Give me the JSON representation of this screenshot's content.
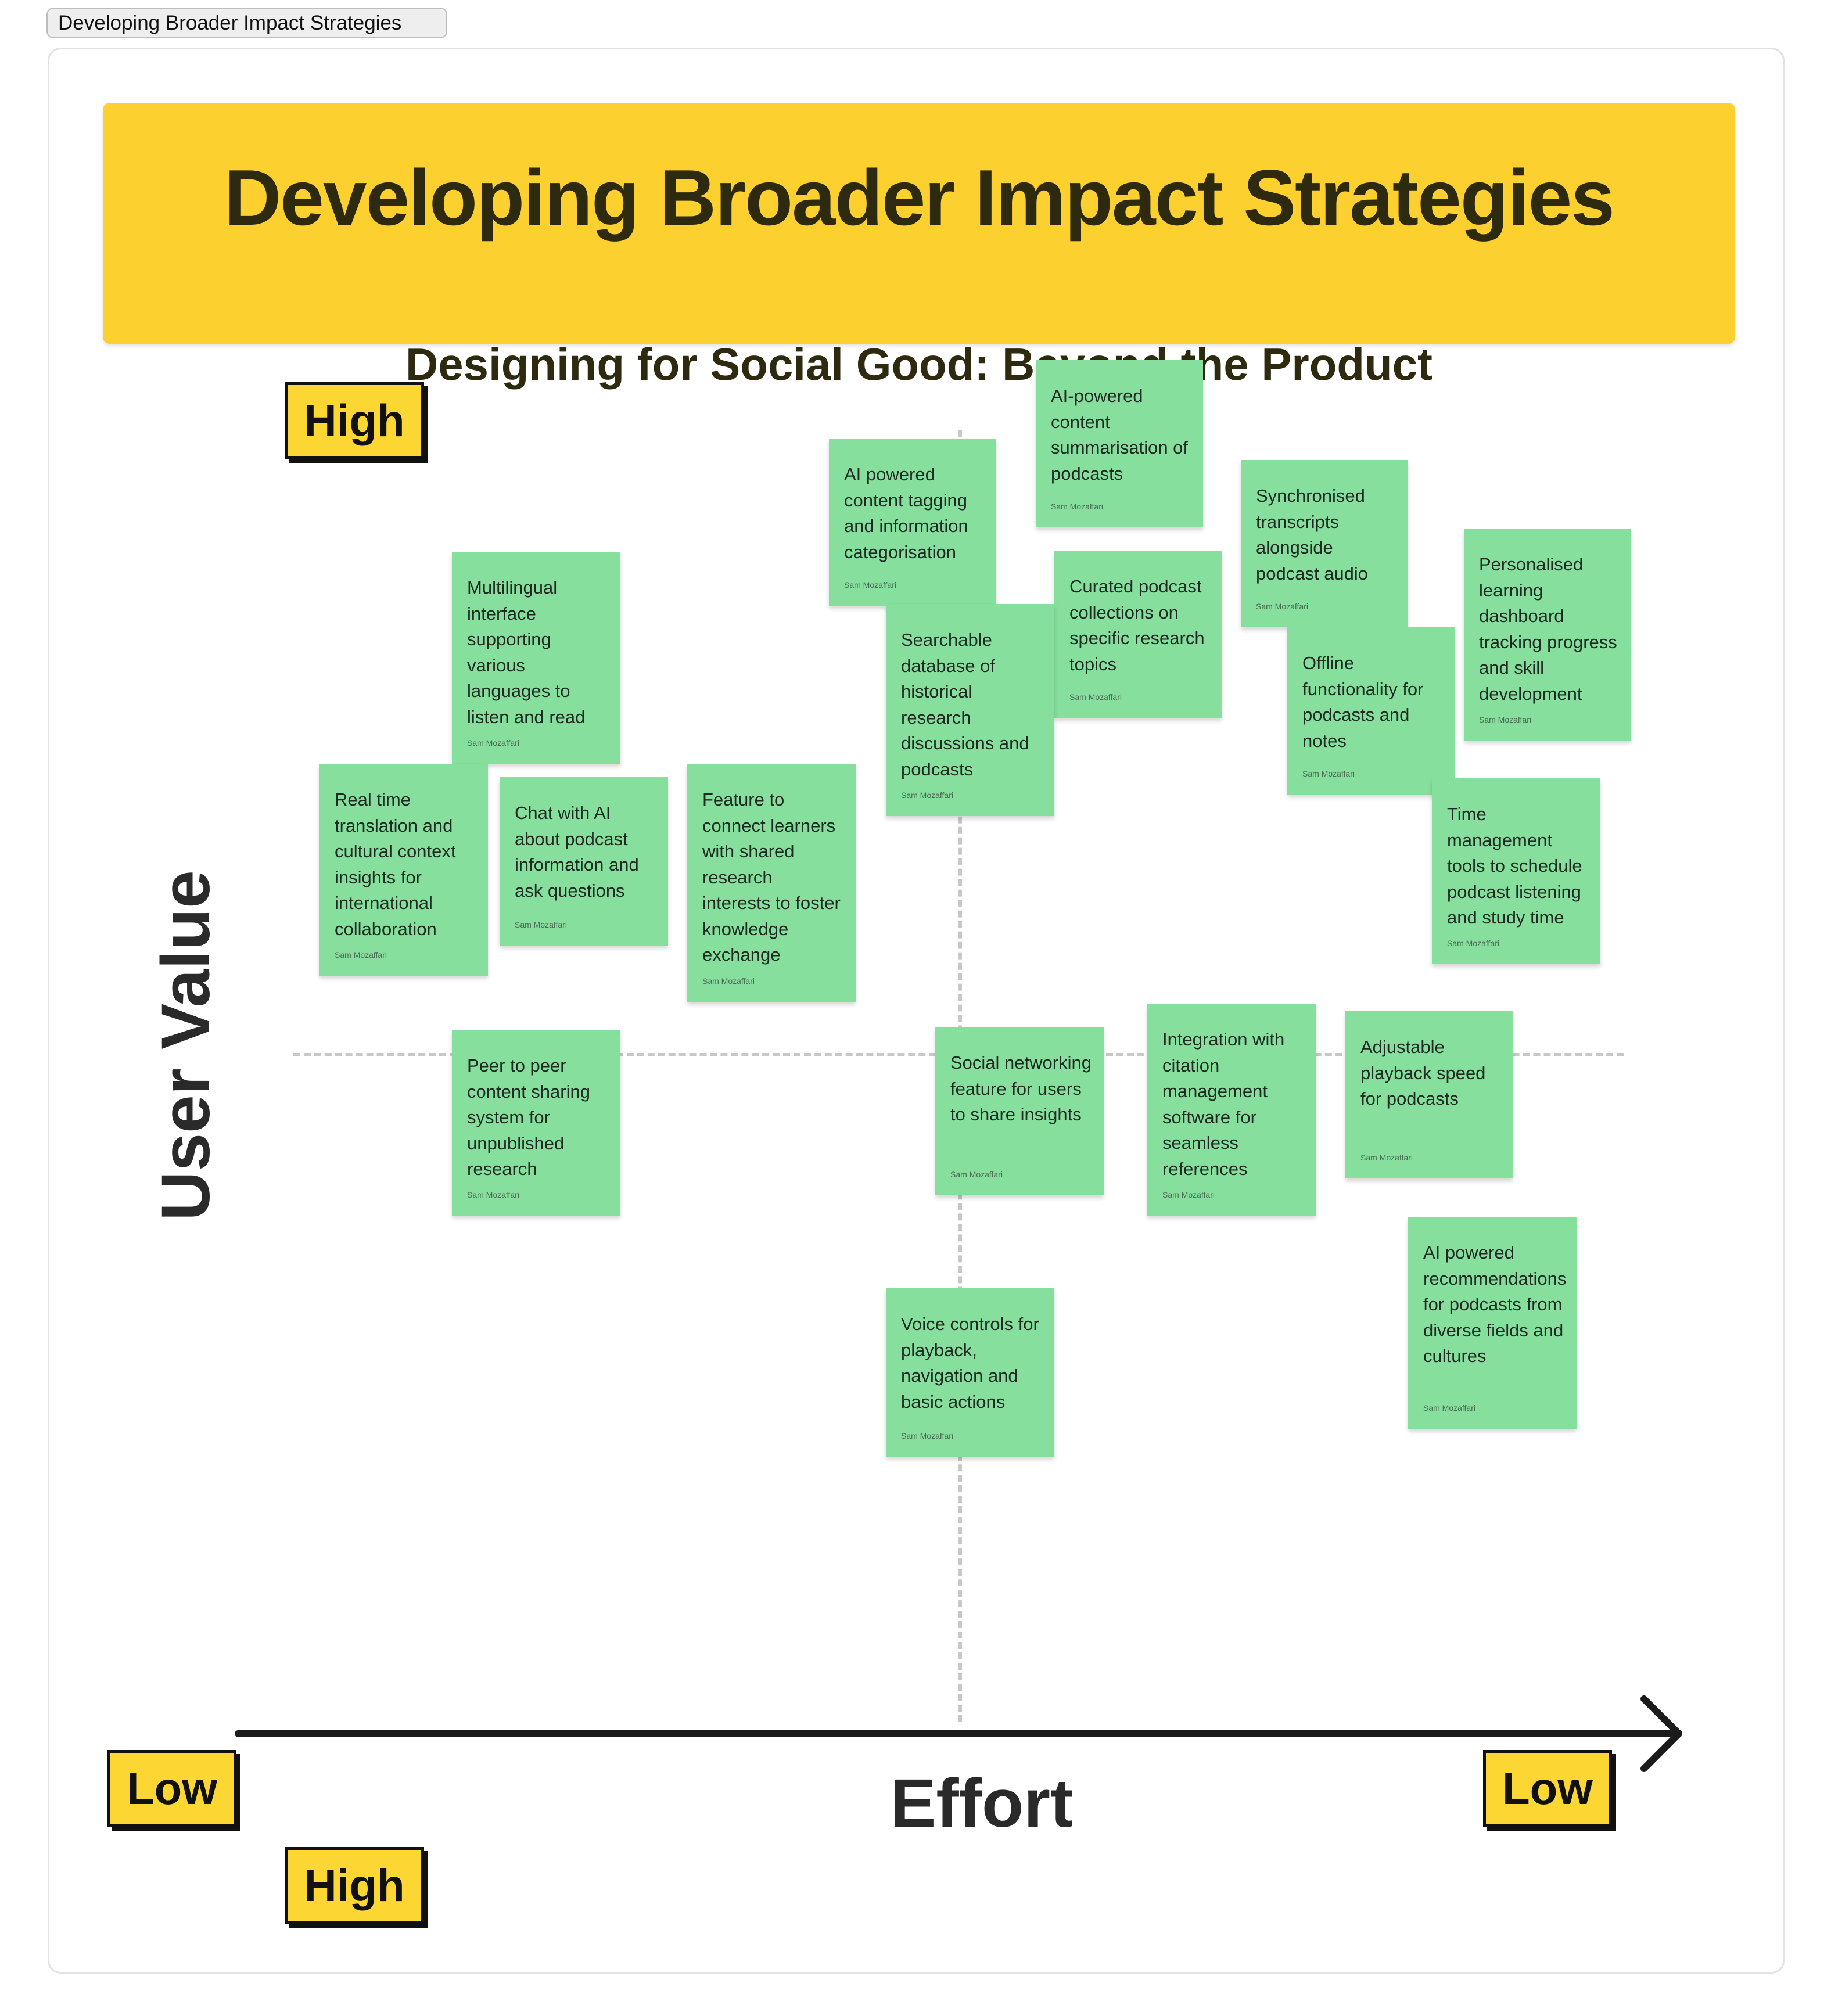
{
  "frame": {
    "tab_label": "Developing Broader Impact Strategies"
  },
  "banner": {
    "title": "Developing Broader Impact Strategies",
    "subtitle": "Designing for Social Good: Beyond the Product",
    "color": "#fcd02f"
  },
  "axes": {
    "y_label": "User Value",
    "x_label": "Effort",
    "y_high_tag": "High",
    "x_left_tag": "Low",
    "x_right_tag": "Low",
    "bottom_high_tag": "High"
  },
  "colors": {
    "sticky": "#86df9d",
    "tag": "#fcd633"
  },
  "notes": [
    {
      "text": "AI-powered content summarisation of podcasts",
      "author": "Sam Mozaffari"
    },
    {
      "text": "AI powered content tagging and information categorisation",
      "author": "Sam Mozaffari"
    },
    {
      "text": "Synchronised transcripts alongside podcast audio",
      "author": "Sam Mozaffari"
    },
    {
      "text": "Personalised learning dashboard tracking progress and skill development",
      "author": "Sam Mozaffari"
    },
    {
      "text": "Curated podcast collections on specific research topics",
      "author": "Sam Mozaffari"
    },
    {
      "text": "Multilingual interface supporting various languages to listen and read",
      "author": "Sam Mozaffari"
    },
    {
      "text": "Searchable database of historical research discussions and podcasts",
      "author": "Sam Mozaffari"
    },
    {
      "text": "Offline functionality for podcasts and notes",
      "author": "Sam Mozaffari"
    },
    {
      "text": "Real time translation and cultural context insights for international collaboration",
      "author": "Sam Mozaffari"
    },
    {
      "text": "Chat with AI about podcast information and ask questions",
      "author": "Sam Mozaffari"
    },
    {
      "text": "Feature to connect learners with shared research interests to foster knowledge exchange",
      "author": "Sam Mozaffari"
    },
    {
      "text": "Time management tools to schedule podcast listening and study time",
      "author": "Sam Mozaffari"
    },
    {
      "text": "Peer to peer content sharing system for unpublished research",
      "author": "Sam Mozaffari"
    },
    {
      "text": "Social networking feature for users to share insights",
      "author": "Sam Mozaffari"
    },
    {
      "text": "Integration with citation management software for seamless references",
      "author": "Sam Mozaffari"
    },
    {
      "text": "Adjustable playback speed for podcasts",
      "author": "Sam Mozaffari"
    },
    {
      "text": "AI powered recommendations for podcasts from diverse fields and cultures",
      "author": "Sam Mozaffari"
    },
    {
      "text": "Voice controls for playback, navigation and basic actions",
      "author": "Sam Mozaffari"
    }
  ]
}
